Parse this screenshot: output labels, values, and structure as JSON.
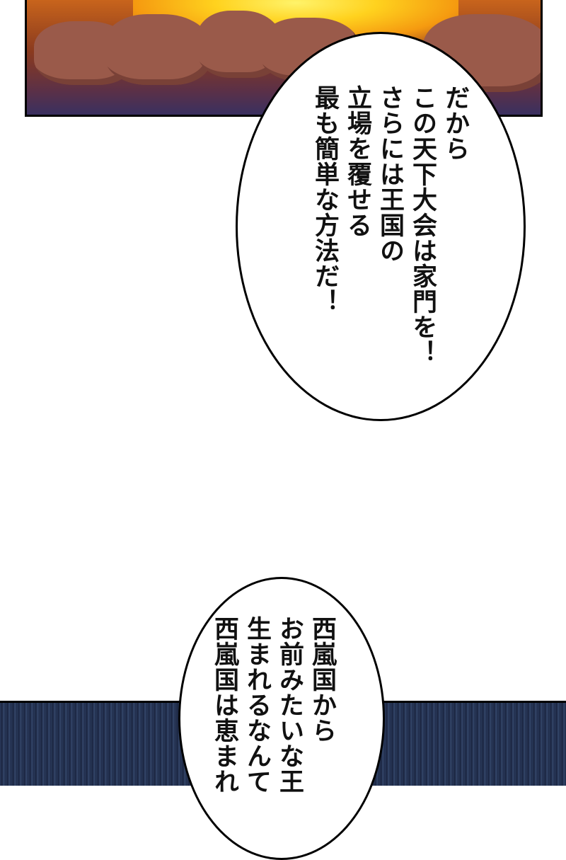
{
  "bubbles": [
    {
      "lines": [
        "だから",
        "この天下大会は家門を！",
        "さらには王国の",
        "立場を覆せる",
        "最も簡単な方法だ！"
      ]
    },
    {
      "lines": [
        "西嵐国から",
        "お前みたいな王",
        "生まれるなんて",
        "西嵐国は恵まれ"
      ]
    }
  ]
}
